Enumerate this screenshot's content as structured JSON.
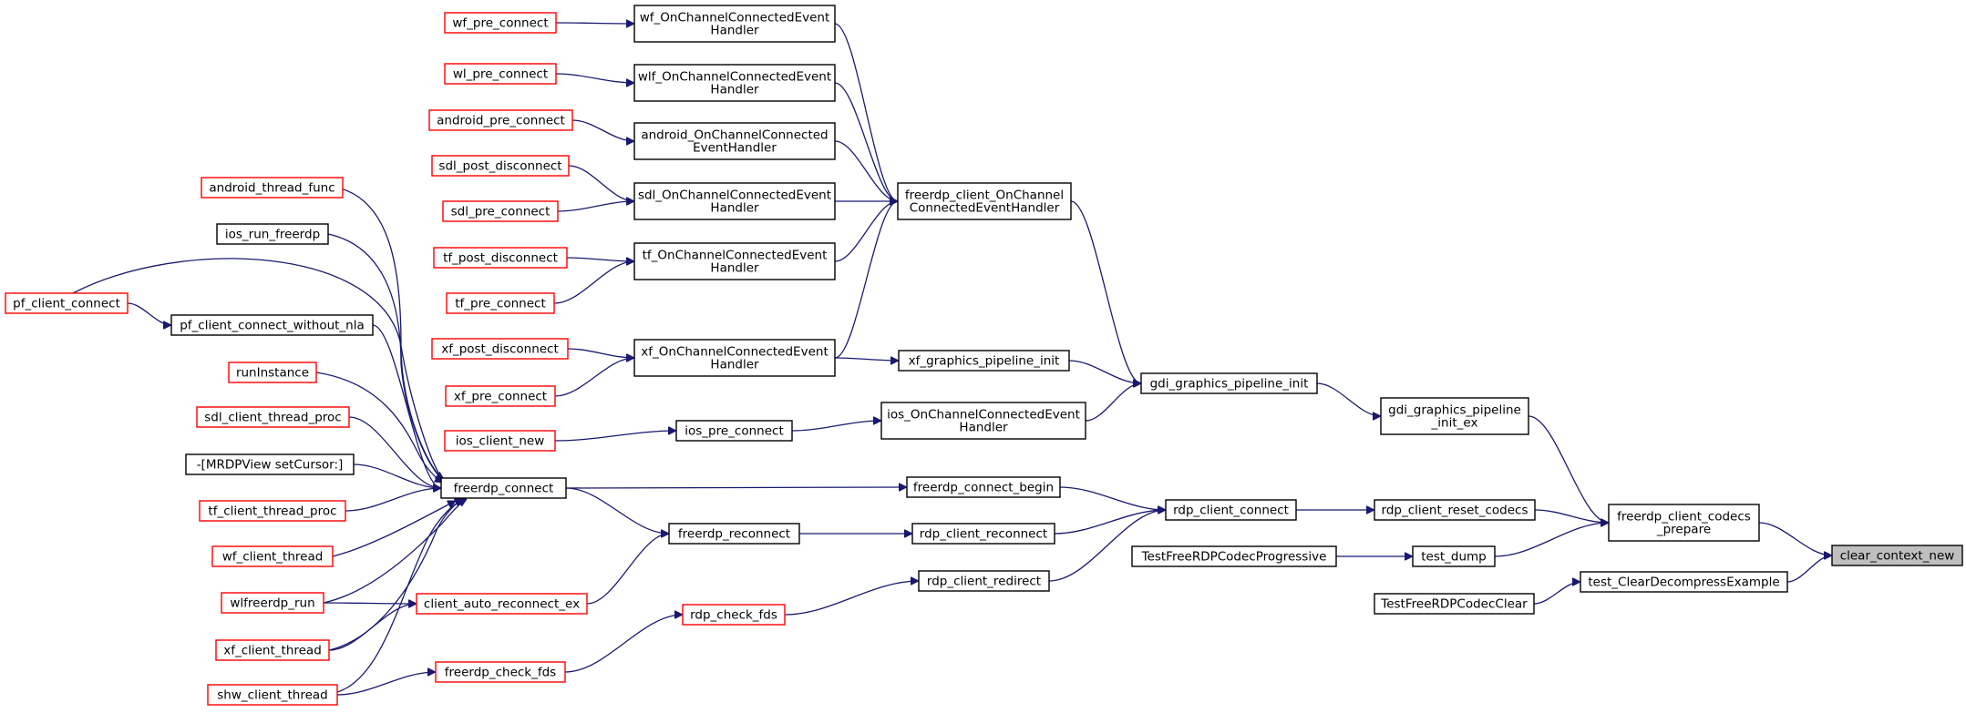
{
  "colors": {
    "edge": "#191970",
    "node_border_default": "#000000",
    "node_border_truncated": "#ff0000",
    "node_fill_default": "#ffffff",
    "node_fill_focus": "#bfbfbf"
  },
  "nodes": {
    "clear_context_new": {
      "lines": [
        "clear_context_new"
      ],
      "style": "focus"
    },
    "freerdp_client_codecs_prepare": {
      "lines": [
        "freerdp_client_codecs",
        "_prepare"
      ],
      "style": "normal"
    },
    "test_ClearDecompressExample": {
      "lines": [
        "test_ClearDecompressExample"
      ],
      "style": "normal"
    },
    "TestFreeRDPCodecClear": {
      "lines": [
        "TestFreeRDPCodecClear"
      ],
      "style": "normal"
    },
    "gdi_graphics_pipeline_init_ex": {
      "lines": [
        "gdi_graphics_pipeline",
        "_init_ex"
      ],
      "style": "normal"
    },
    "rdp_client_reset_codecs": {
      "lines": [
        "rdp_client_reset_codecs"
      ],
      "style": "normal"
    },
    "test_dump": {
      "lines": [
        "test_dump"
      ],
      "style": "normal"
    },
    "TestFreeRDPCodecProgressive": {
      "lines": [
        "TestFreeRDPCodecProgressive"
      ],
      "style": "normal"
    },
    "gdi_graphics_pipeline_init": {
      "lines": [
        "gdi_graphics_pipeline_init"
      ],
      "style": "normal"
    },
    "rdp_client_connect": {
      "lines": [
        "rdp_client_connect"
      ],
      "style": "normal"
    },
    "freerdp_client_OnChannelConnectedEventHandler": {
      "lines": [
        "freerdp_client_OnChannel",
        "ConnectedEventHandler"
      ],
      "style": "normal"
    },
    "xf_graphics_pipeline_init": {
      "lines": [
        "xf_graphics_pipeline_init"
      ],
      "style": "normal"
    },
    "ios_OnChannelConnectedEventHandler": {
      "lines": [
        "ios_OnChannelConnectedEvent",
        "Handler"
      ],
      "style": "normal"
    },
    "freerdp_connect_begin": {
      "lines": [
        "freerdp_connect_begin"
      ],
      "style": "normal"
    },
    "rdp_client_reconnect": {
      "lines": [
        "rdp_client_reconnect"
      ],
      "style": "normal"
    },
    "rdp_client_redirect": {
      "lines": [
        "rdp_client_redirect"
      ],
      "style": "normal"
    },
    "wf_OnChannelConnectedEventHandler": {
      "lines": [
        "wf_OnChannelConnectedEvent",
        "Handler"
      ],
      "style": "normal"
    },
    "wlf_OnChannelConnectedEventHandler": {
      "lines": [
        "wlf_OnChannelConnectedEvent",
        "Handler"
      ],
      "style": "normal"
    },
    "android_OnChannelConnectedEventHandler": {
      "lines": [
        "android_OnChannelConnected",
        "EventHandler"
      ],
      "style": "normal"
    },
    "sdl_OnChannelConnectedEventHandler": {
      "lines": [
        "sdl_OnChannelConnectedEvent",
        "Handler"
      ],
      "style": "normal"
    },
    "tf_OnChannelConnectedEventHandler": {
      "lines": [
        "tf_OnChannelConnectedEvent",
        "Handler"
      ],
      "style": "normal"
    },
    "xf_OnChannelConnectedEventHandler": {
      "lines": [
        "xf_OnChannelConnectedEvent",
        "Handler"
      ],
      "style": "normal"
    },
    "ios_pre_connect": {
      "lines": [
        "ios_pre_connect"
      ],
      "style": "normal"
    },
    "freerdp_connect": {
      "lines": [
        "freerdp_connect"
      ],
      "style": "normal"
    },
    "freerdp_reconnect": {
      "lines": [
        "freerdp_reconnect"
      ],
      "style": "normal"
    },
    "rdp_check_fds": {
      "lines": [
        "rdp_check_fds"
      ],
      "style": "truncated"
    },
    "wf_pre_connect": {
      "lines": [
        "wf_pre_connect"
      ],
      "style": "truncated"
    },
    "wl_pre_connect": {
      "lines": [
        "wl_pre_connect"
      ],
      "style": "truncated"
    },
    "android_pre_connect": {
      "lines": [
        "android_pre_connect"
      ],
      "style": "truncated"
    },
    "sdl_post_disconnect": {
      "lines": [
        "sdl_post_disconnect"
      ],
      "style": "truncated"
    },
    "sdl_pre_connect": {
      "lines": [
        "sdl_pre_connect"
      ],
      "style": "truncated"
    },
    "tf_post_disconnect": {
      "lines": [
        "tf_post_disconnect"
      ],
      "style": "truncated"
    },
    "tf_pre_connect": {
      "lines": [
        "tf_pre_connect"
      ],
      "style": "truncated"
    },
    "xf_post_disconnect": {
      "lines": [
        "xf_post_disconnect"
      ],
      "style": "truncated"
    },
    "xf_pre_connect": {
      "lines": [
        "xf_pre_connect"
      ],
      "style": "truncated"
    },
    "ios_client_new": {
      "lines": [
        "ios_client_new"
      ],
      "style": "truncated"
    },
    "client_auto_reconnect_ex": {
      "lines": [
        "client_auto_reconnect_ex"
      ],
      "style": "truncated"
    },
    "freerdp_check_fds": {
      "lines": [
        "freerdp_check_fds"
      ],
      "style": "truncated"
    },
    "pf_client_connect_without_nla": {
      "lines": [
        "pf_client_connect_without_nla"
      ],
      "style": "normal"
    },
    "pf_client_connect": {
      "lines": [
        "pf_client_connect"
      ],
      "style": "truncated"
    },
    "android_thread_func": {
      "lines": [
        "android_thread_func"
      ],
      "style": "truncated"
    },
    "ios_run_freerdp": {
      "lines": [
        "ios_run_freerdp"
      ],
      "style": "normal"
    },
    "runInstance": {
      "lines": [
        "runInstance"
      ],
      "style": "truncated"
    },
    "sdl_client_thread_proc": {
      "lines": [
        "sdl_client_thread_proc"
      ],
      "style": "truncated"
    },
    "MRDPView_setCursor": {
      "lines": [
        "-[MRDPView setCursor:]"
      ],
      "style": "normal"
    },
    "tf_client_thread_proc": {
      "lines": [
        "tf_client_thread_proc"
      ],
      "style": "truncated"
    },
    "wf_client_thread": {
      "lines": [
        "wf_client_thread"
      ],
      "style": "truncated"
    },
    "wlfreerdp_run": {
      "lines": [
        "wlfreerdp_run"
      ],
      "style": "truncated"
    },
    "xf_client_thread": {
      "lines": [
        "xf_client_thread"
      ],
      "style": "truncated"
    },
    "shw_client_thread": {
      "lines": [
        "shw_client_thread"
      ],
      "style": "truncated"
    }
  },
  "edges": [
    [
      "freerdp_client_codecs_prepare",
      "clear_context_new"
    ],
    [
      "test_ClearDecompressExample",
      "clear_context_new"
    ],
    [
      "TestFreeRDPCodecClear",
      "test_ClearDecompressExample"
    ],
    [
      "gdi_graphics_pipeline_init_ex",
      "freerdp_client_codecs_prepare"
    ],
    [
      "rdp_client_reset_codecs",
      "freerdp_client_codecs_prepare"
    ],
    [
      "test_dump",
      "freerdp_client_codecs_prepare"
    ],
    [
      "TestFreeRDPCodecProgressive",
      "test_dump"
    ],
    [
      "gdi_graphics_pipeline_init",
      "gdi_graphics_pipeline_init_ex"
    ],
    [
      "rdp_client_connect",
      "rdp_client_reset_codecs"
    ],
    [
      "freerdp_client_OnChannelConnectedEventHandler",
      "gdi_graphics_pipeline_init"
    ],
    [
      "xf_graphics_pipeline_init",
      "gdi_graphics_pipeline_init"
    ],
    [
      "ios_OnChannelConnectedEventHandler",
      "gdi_graphics_pipeline_init"
    ],
    [
      "freerdp_connect_begin",
      "rdp_client_connect"
    ],
    [
      "rdp_client_reconnect",
      "rdp_client_connect"
    ],
    [
      "rdp_client_redirect",
      "rdp_client_connect"
    ],
    [
      "wf_OnChannelConnectedEventHandler",
      "freerdp_client_OnChannelConnectedEventHandler"
    ],
    [
      "wlf_OnChannelConnectedEventHandler",
      "freerdp_client_OnChannelConnectedEventHandler"
    ],
    [
      "android_OnChannelConnectedEventHandler",
      "freerdp_client_OnChannelConnectedEventHandler"
    ],
    [
      "sdl_OnChannelConnectedEventHandler",
      "freerdp_client_OnChannelConnectedEventHandler"
    ],
    [
      "tf_OnChannelConnectedEventHandler",
      "freerdp_client_OnChannelConnectedEventHandler"
    ],
    [
      "xf_OnChannelConnectedEventHandler",
      "freerdp_client_OnChannelConnectedEventHandler"
    ],
    [
      "xf_OnChannelConnectedEventHandler",
      "xf_graphics_pipeline_init"
    ],
    [
      "ios_pre_connect",
      "ios_OnChannelConnectedEventHandler"
    ],
    [
      "freerdp_connect",
      "freerdp_connect_begin"
    ],
    [
      "freerdp_reconnect",
      "rdp_client_reconnect"
    ],
    [
      "rdp_check_fds",
      "rdp_client_redirect"
    ],
    [
      "wf_pre_connect",
      "wf_OnChannelConnectedEventHandler"
    ],
    [
      "wl_pre_connect",
      "wlf_OnChannelConnectedEventHandler"
    ],
    [
      "android_pre_connect",
      "android_OnChannelConnectedEventHandler"
    ],
    [
      "sdl_post_disconnect",
      "sdl_OnChannelConnectedEventHandler"
    ],
    [
      "sdl_pre_connect",
      "sdl_OnChannelConnectedEventHandler"
    ],
    [
      "tf_post_disconnect",
      "tf_OnChannelConnectedEventHandler"
    ],
    [
      "tf_pre_connect",
      "tf_OnChannelConnectedEventHandler"
    ],
    [
      "xf_post_disconnect",
      "xf_OnChannelConnectedEventHandler"
    ],
    [
      "xf_pre_connect",
      "xf_OnChannelConnectedEventHandler"
    ],
    [
      "ios_client_new",
      "ios_pre_connect"
    ],
    [
      "freerdp_connect",
      "freerdp_reconnect"
    ],
    [
      "client_auto_reconnect_ex",
      "freerdp_reconnect"
    ],
    [
      "freerdp_check_fds",
      "rdp_check_fds"
    ],
    [
      "pf_client_connect",
      "pf_client_connect_without_nla"
    ],
    [
      "pf_client_connect_without_nla",
      "freerdp_connect"
    ],
    [
      "pf_client_connect",
      "freerdp_connect"
    ],
    [
      "android_thread_func",
      "freerdp_connect"
    ],
    [
      "ios_run_freerdp",
      "freerdp_connect"
    ],
    [
      "runInstance",
      "freerdp_connect"
    ],
    [
      "sdl_client_thread_proc",
      "freerdp_connect"
    ],
    [
      "MRDPView_setCursor",
      "freerdp_connect"
    ],
    [
      "tf_client_thread_proc",
      "freerdp_connect"
    ],
    [
      "wf_client_thread",
      "freerdp_connect"
    ],
    [
      "wlfreerdp_run",
      "freerdp_connect"
    ],
    [
      "xf_client_thread",
      "freerdp_connect"
    ],
    [
      "shw_client_thread",
      "freerdp_connect"
    ],
    [
      "wlfreerdp_run",
      "client_auto_reconnect_ex"
    ],
    [
      "xf_client_thread",
      "client_auto_reconnect_ex"
    ],
    [
      "shw_client_thread",
      "freerdp_check_fds"
    ]
  ]
}
